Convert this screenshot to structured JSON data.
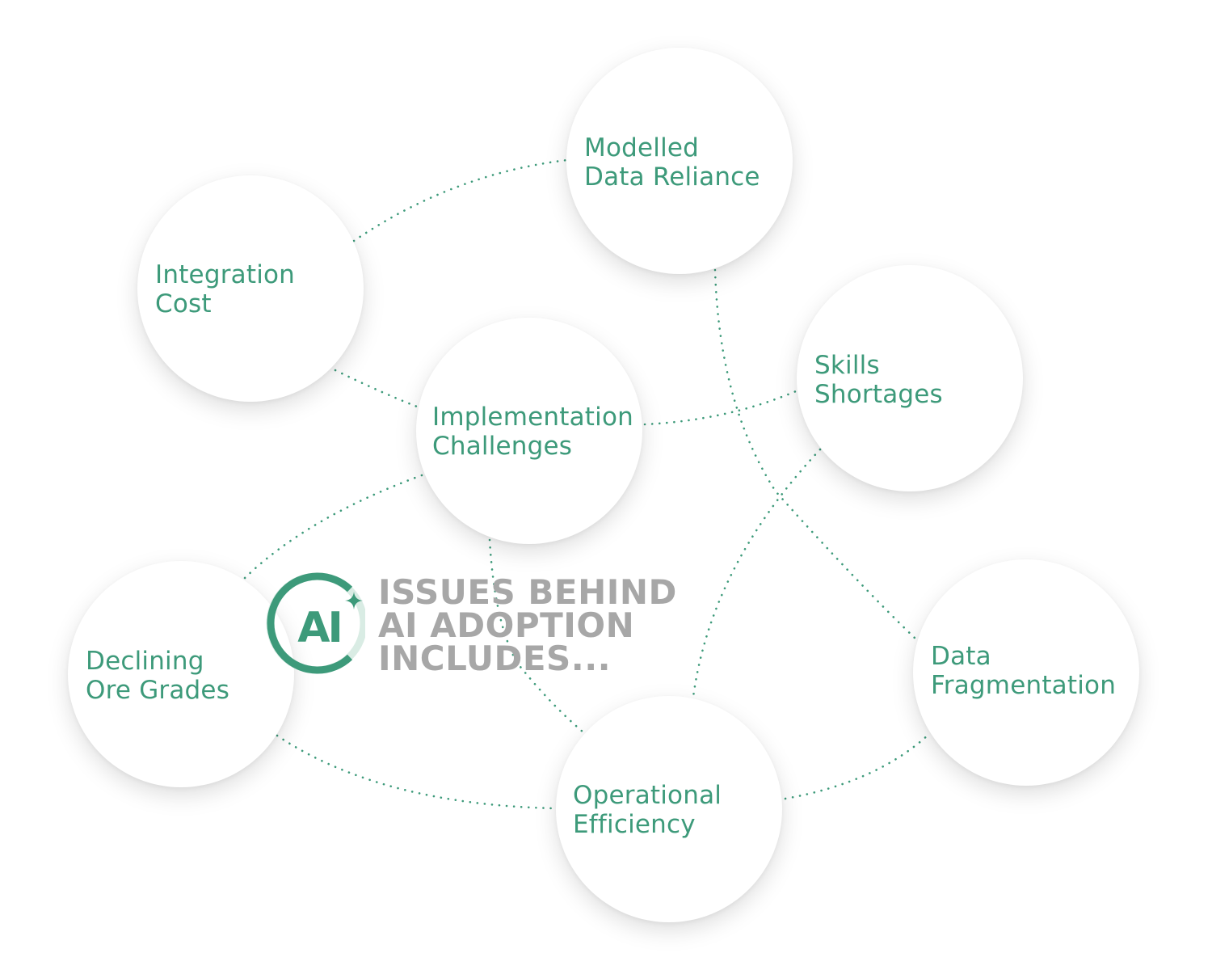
{
  "colors": {
    "accent": "#3d9a7a",
    "headline_gray": "#a7a7a7",
    "bubble_fill": "#ffffff",
    "background": "#ffffff"
  },
  "logo": {
    "text": "AI",
    "icon": "sparkle-icon"
  },
  "headline": {
    "line1": "ISSUES BEHIND",
    "line2": "AI ADOPTION",
    "line3": "INCLUDES..."
  },
  "nodes": [
    {
      "id": "modelled",
      "line1": "Modelled",
      "line2": "Data Reliance"
    },
    {
      "id": "integration",
      "line1": "Integration",
      "line2": "Cost"
    },
    {
      "id": "implementation",
      "line1": "Implementation",
      "line2": "Challenges"
    },
    {
      "id": "skills",
      "line1": "Skills",
      "line2": "Shortages"
    },
    {
      "id": "declining",
      "line1": "Declining",
      "line2": "Ore Grades"
    },
    {
      "id": "data",
      "line1": "Data",
      "line2": "Fragmentation"
    },
    {
      "id": "operational",
      "line1": "Operational",
      "line2": "Efficiency"
    }
  ]
}
